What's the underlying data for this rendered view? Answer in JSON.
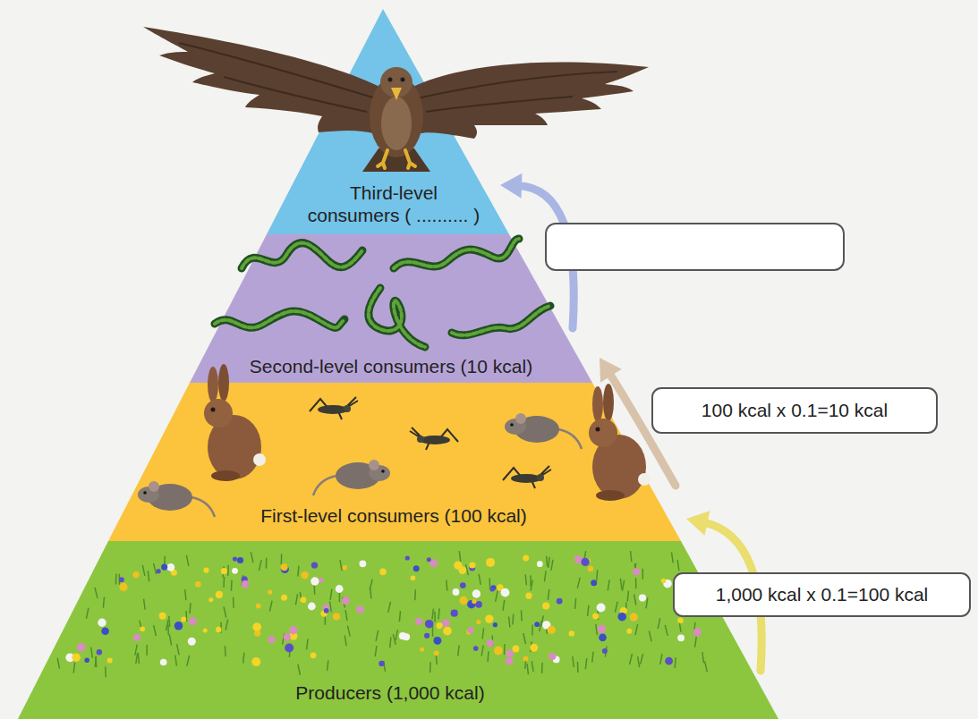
{
  "diagram": {
    "nodes": [
      {
        "text": [
          "Third-level consumers ( .......... )"
        ]
      },
      {
        "text": [
          "Second-level consumers (10 kcal)"
        ]
      },
      {
        "text": [
          "100 kcal x 0.1=10 kcal"
        ]
      },
      {
        "text": [
          "First-level consumers (100 kcal)"
        ]
      },
      {
        "text": [
          "1,000 kcal x 0.1=100 kcal"
        ]
      },
      {
        "text": [
          "Producers (1,000 kcal)"
        ]
      }
    ],
    "edges": [
      {
        "from": 5,
        "to": 3,
        "arrow": "to"
      },
      {
        "from": 3,
        "to": 1,
        "arrow": "to"
      },
      {
        "from": 1,
        "to": 0,
        "arrow": "to"
      }
    ]
  }
}
